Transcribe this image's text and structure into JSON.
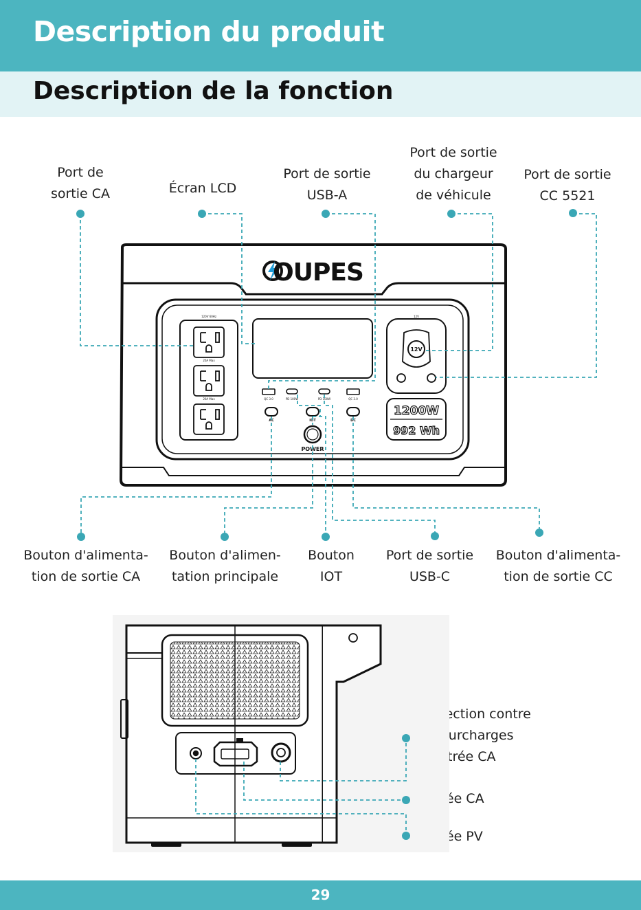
{
  "header": {
    "title": "Description du produit",
    "subtitle": "Description de la fonction"
  },
  "front_labels": {
    "ac_out": "Port de\nsortie CA",
    "lcd": "Écran LCD",
    "usb_a": "Port de sortie\nUSB-A",
    "car": "Port de sortie\ndu chargeur\nde véhicule",
    "dc5521": "Port de sortie\nCC 5521",
    "ac_btn": "Bouton d'alimenta-\ntion de sortie CA",
    "main_btn": "Bouton d'alimen-\ntation principale",
    "iot_btn": "Bouton\nIOT",
    "usb_c": "Port de sortie\nUSB-C",
    "dc_btn": "Bouton d'alimenta-\ntion de sortie CC"
  },
  "device": {
    "brand": "OUPES",
    "power_rating": "1200W",
    "capacity": "992 Wh",
    "car_port": "12V",
    "power_label": "POWER",
    "btn_ac": "AC",
    "btn_iot": "IOT",
    "btn_dc": "DC"
  },
  "side_labels": {
    "overload": "Protection contre\nles surcharges\nd'entrée CA",
    "ac_in": "Entrée CA",
    "pv_in": "Entrée PV"
  },
  "footer": {
    "page": "29"
  },
  "colors": {
    "accent": "#4cb5c0",
    "subheader_bg": "#e2f3f5",
    "callout": "#3aa7b5",
    "brand_bolt": "#1f9bd6"
  }
}
